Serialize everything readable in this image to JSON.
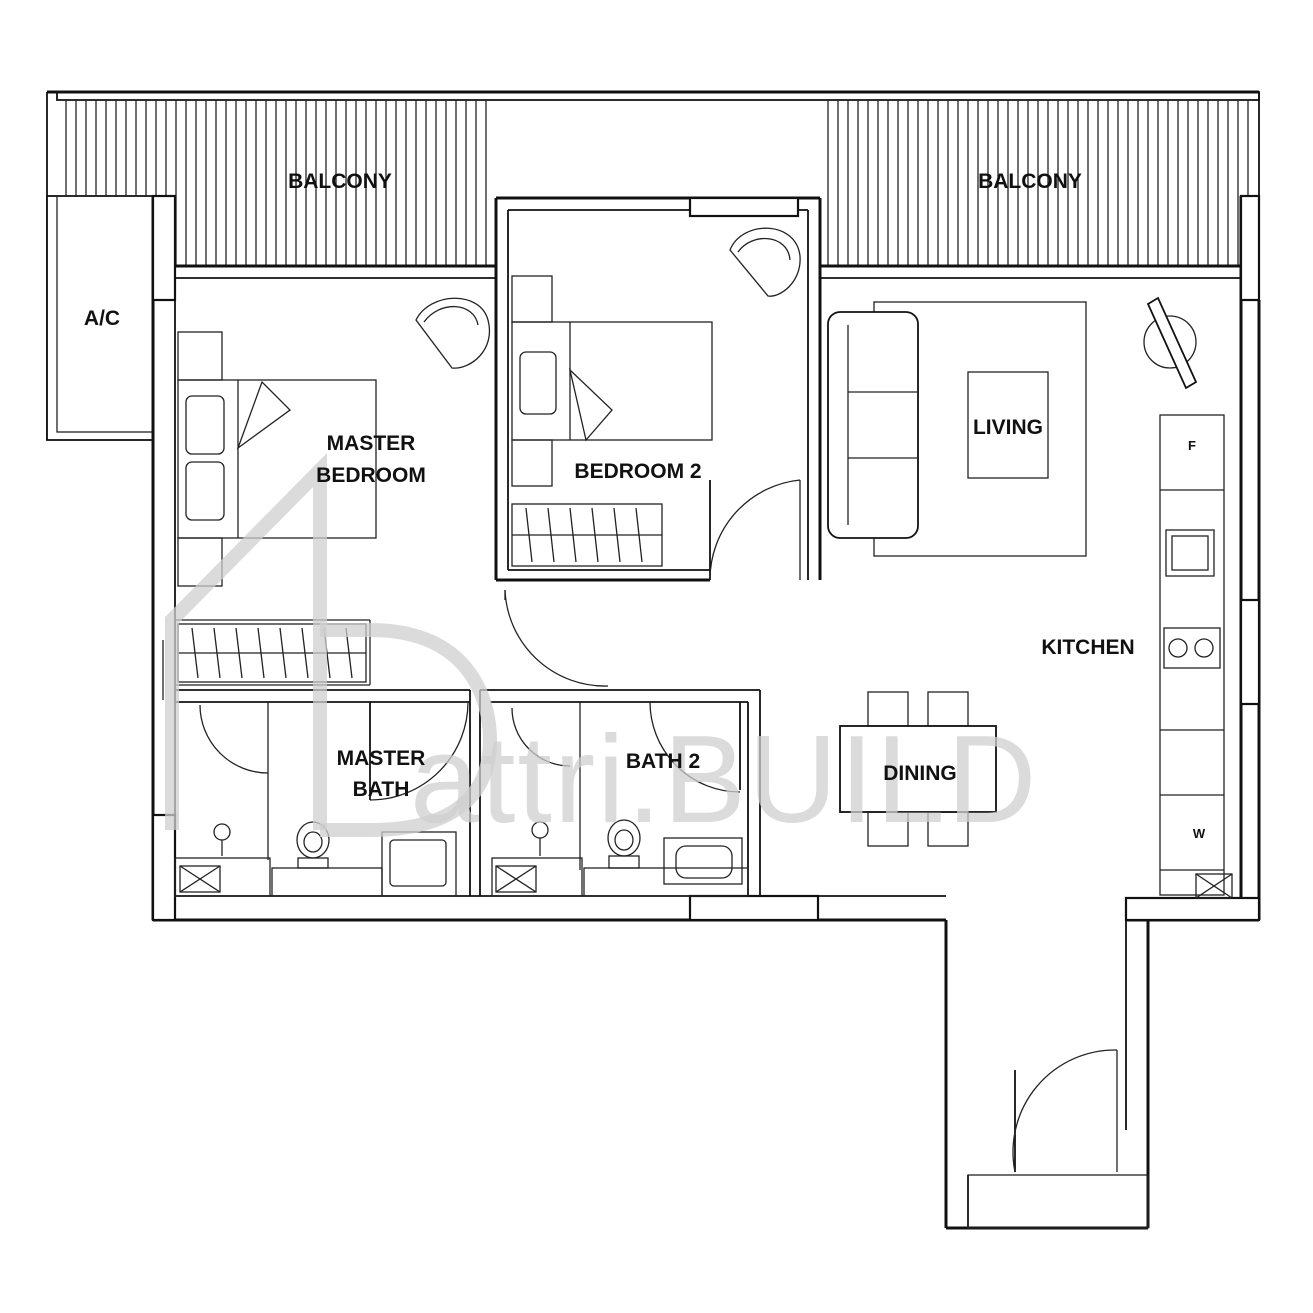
{
  "rooms": {
    "balcony_left": "BALCONY",
    "balcony_right": "BALCONY",
    "ac": "A/C",
    "master_bedroom_line1": "MASTER",
    "master_bedroom_line2": "BEDROOM",
    "bedroom2": "BEDROOM 2",
    "living": "LIVING",
    "kitchen": "KITCHEN",
    "master_bath_line1": "MASTER",
    "master_bath_line2": "BATH",
    "bath2": "BATH 2",
    "dining": "DINING"
  },
  "appliances": {
    "fridge": "F",
    "washer": "W"
  },
  "watermark": {
    "text": "attri.BUILD"
  }
}
